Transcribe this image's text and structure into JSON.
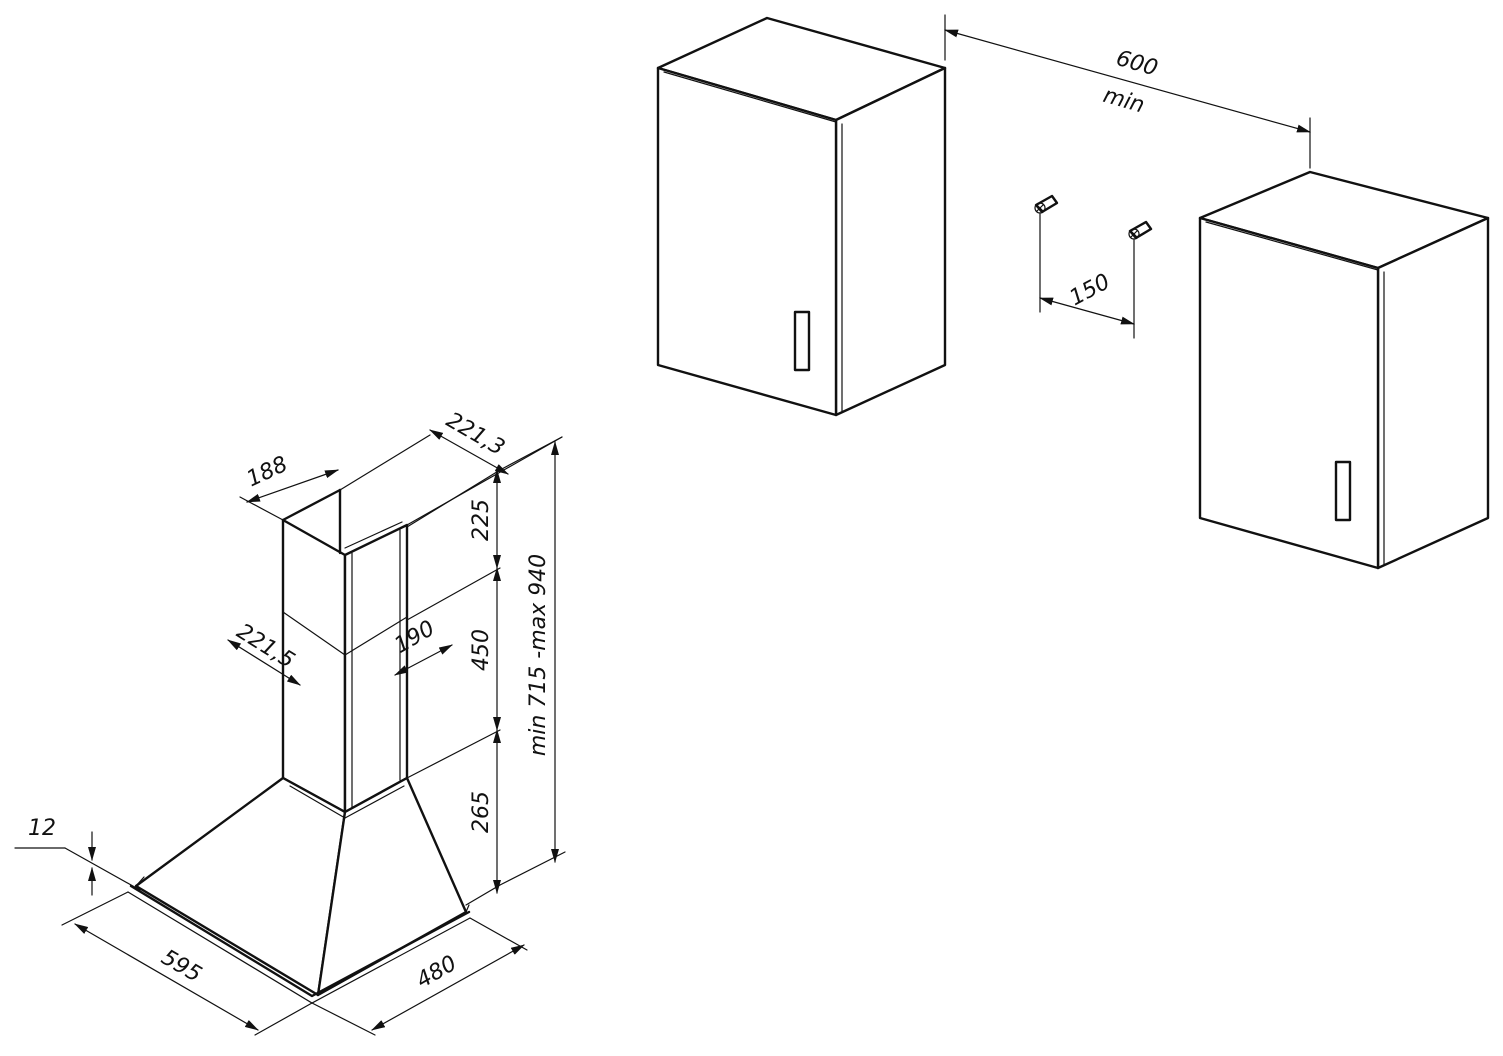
{
  "colors": {
    "line": "#111111",
    "background": "#ffffff"
  },
  "cabinets": {
    "gap_label": "600",
    "gap_sub_label": "min",
    "mount_spacing_label": "150"
  },
  "hood": {
    "top_depth_label": "221,3",
    "top_width_label": "188",
    "lower_width_label": "221,5",
    "lower_depth_label": "190",
    "upper_chimney_height_label": "225",
    "lower_chimney_height_label": "450",
    "canopy_height_label": "265",
    "total_height_label": "min 715 -max 940",
    "rim_thickness_label": "12",
    "width_label": "595",
    "depth_label": "480"
  }
}
